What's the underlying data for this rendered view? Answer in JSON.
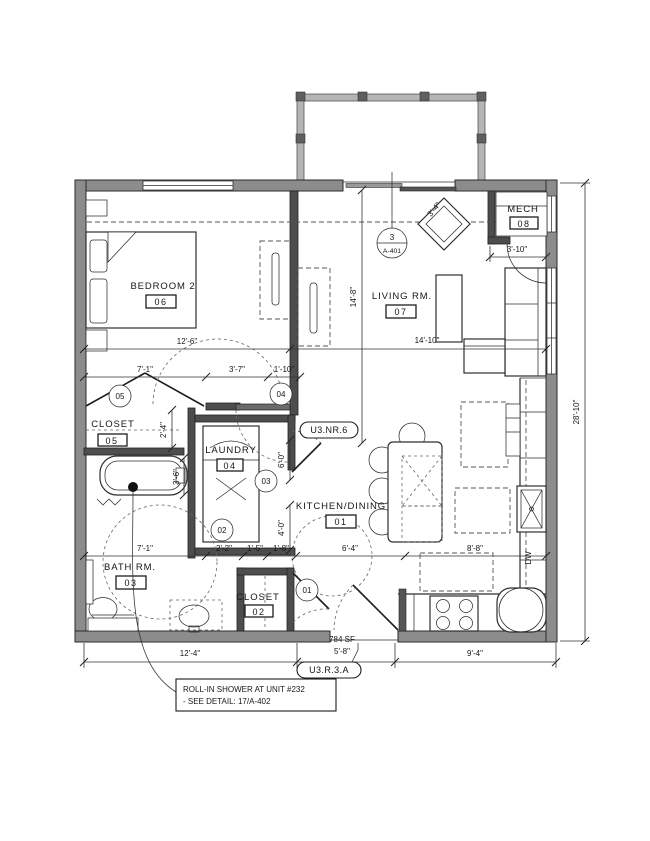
{
  "plan": {
    "area_label": "784 SF",
    "tags": {
      "note": "U3.NR.6",
      "plan": "U3.R.3.A"
    },
    "section_marker": {
      "num": "3",
      "sheet": "A-401"
    },
    "rooms": [
      {
        "name": "BEDROOM 2",
        "num": "06"
      },
      {
        "name": "LIVING RM.",
        "num": "07"
      },
      {
        "name": "MECH",
        "num": "08"
      },
      {
        "name": "CLOSET",
        "num": "05"
      },
      {
        "name": "LAUNDRY",
        "num": "04"
      },
      {
        "name": "KITCHEN/DINING",
        "num": "01"
      },
      {
        "name": "BATH RM.",
        "num": "03"
      },
      {
        "name": "CLOSET",
        "num": "02"
      }
    ],
    "door_tags": {
      "d1": "01",
      "d2": "02",
      "d3": "03",
      "d4": "04",
      "d5": "05"
    },
    "appliances": {
      "dw": "DW"
    },
    "callout": {
      "line1": "ROLL-IN SHOWER AT UNIT #232",
      "line2": "- SEE DETAIL: 17/A-402"
    },
    "dims": {
      "bedroom_w": "12'-6\"",
      "living_w": "14'-10\"",
      "living_d": "14'-8\"",
      "overall_d": "28'-10\"",
      "mech_door": "3'-10\"",
      "chair": "3'-4\"",
      "row2_a": "7'-1\"",
      "row2_b": "3'-7\"",
      "row2_c": "1'-10\"",
      "closet_d": "2'-4\"",
      "tub_w": "3'-6\"",
      "ld_a": "6'-0\"",
      "ld_b": "4'-0\"",
      "row3_a": "7'-1\"",
      "row3_b": "2'-2\"",
      "row3_c": "1'-5\"",
      "row3_d": "1'-8\"",
      "row3_e": "6'-4\"",
      "row3_f": "8'-8\"",
      "bot_a": "12'-4\"",
      "bot_b": "5'-8\"",
      "bot_c": "9'-4\""
    }
  }
}
